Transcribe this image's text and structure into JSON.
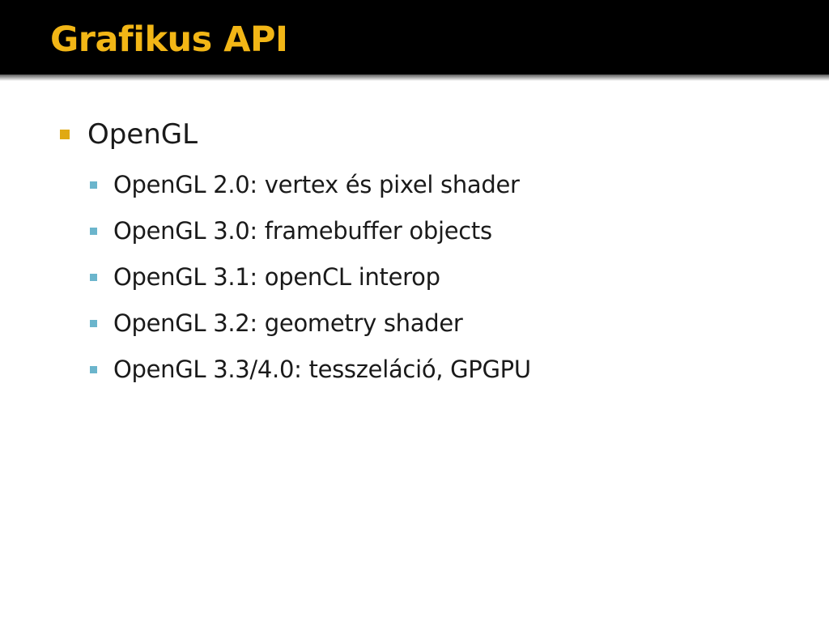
{
  "slide": {
    "title": "Grafikus API",
    "bullets": [
      {
        "text": "OpenGL",
        "children": [
          "OpenGL 2.0: vertex és pixel shader",
          "OpenGL 3.0: framebuffer objects",
          "OpenGL 3.1: openCL interop",
          "OpenGL 3.2: geometry shader",
          "OpenGL 3.3/4.0: tesszeláció, GPGPU"
        ]
      }
    ]
  },
  "colors": {
    "title_bar": "#000000",
    "title_text": "#f2b616",
    "level1_marker": "#e0a913",
    "level2_marker": "#6bb5cc",
    "body_text": "#1a1a1a"
  }
}
